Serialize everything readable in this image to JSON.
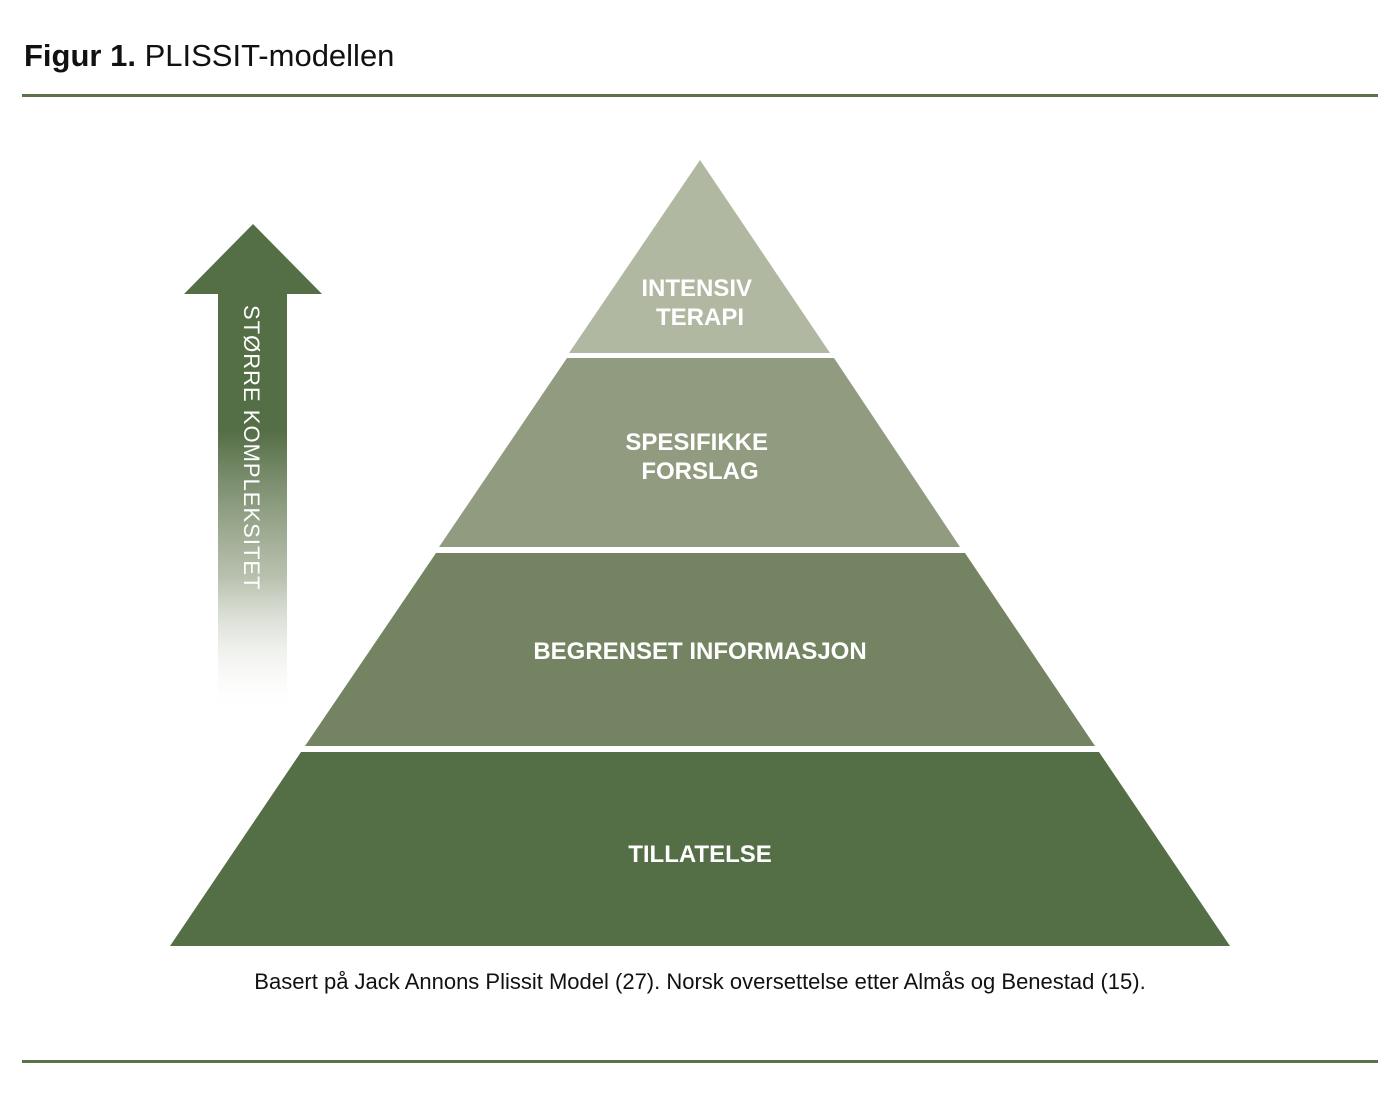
{
  "figure": {
    "label": "Figur 1.",
    "title": "PLISSIT-modellen"
  },
  "arrow": {
    "label": "STØRRE KOMPLEKSITET"
  },
  "levels": [
    {
      "lines": [
        "INTENSIV",
        "TERAPI"
      ],
      "color": "#b0b8a1"
    },
    {
      "lines": [
        "SPESIFIKKE",
        "FORSLAG"
      ],
      "color": "#919b80"
    },
    {
      "lines": [
        "BEGRENSET INFORMASJON"
      ],
      "color": "#748462"
    },
    {
      "lines": [
        "TILLATELSE"
      ],
      "color": "#546e46"
    }
  ],
  "caption": "Basert på Jack Annons Plissit Model (27). Norsk oversettelse etter Almås og Benestad (15).",
  "colors": {
    "rule": "#5b7149",
    "arrow": "#546e46"
  }
}
